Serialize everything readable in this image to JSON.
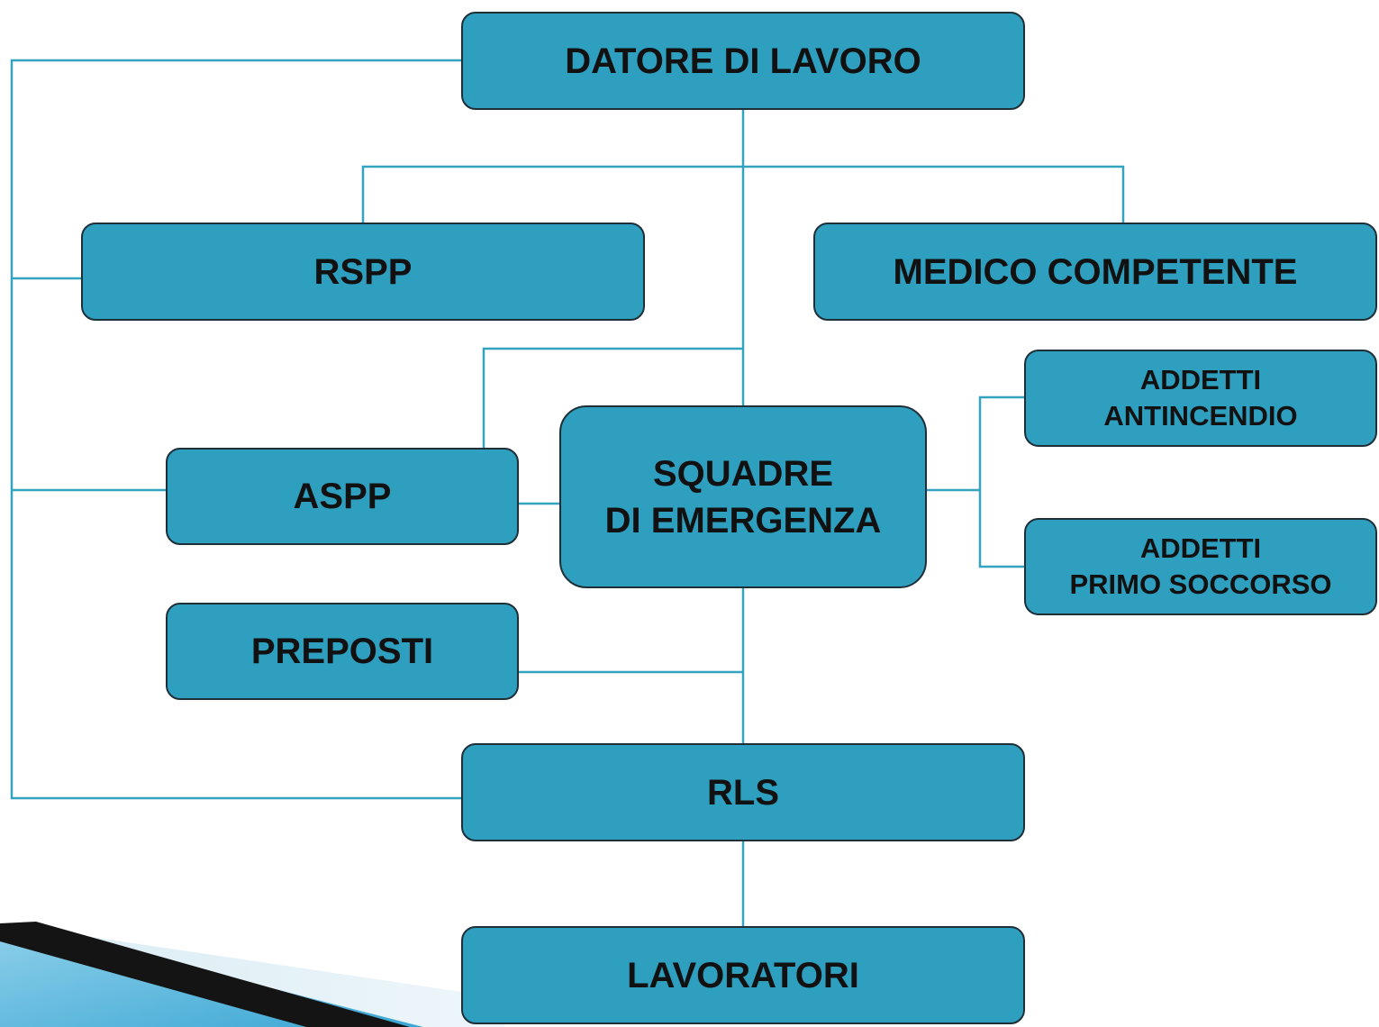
{
  "diagram": {
    "nodes": {
      "datore": "DATORE DI LAVORO",
      "rspp": "RSPP",
      "medico": "MEDICO COMPETENTE",
      "antincendio": "ADDETTI\nANTINCENDIO",
      "squadre": "SQUADRE\nDI EMERGENZA",
      "aspp": "ASPP",
      "primo_soccorso": "ADDETTI\nPRIMO SOCCORSO",
      "preposti": "PREPOSTI",
      "rls": "RLS",
      "lavoratori": "LAVORATORI"
    },
    "colors": {
      "box_fill": "#2e9fbf",
      "box_border": "#1e2f37",
      "connector": "#34a3bf",
      "text": "#111111"
    },
    "edges": [
      {
        "from": "datore",
        "to": "rspp"
      },
      {
        "from": "datore",
        "to": "medico"
      },
      {
        "from": "datore",
        "to": "squadre"
      },
      {
        "from": "datore",
        "to": "aspp"
      },
      {
        "from": "datore",
        "to": "rls"
      },
      {
        "from": "squadre",
        "to": "antincendio"
      },
      {
        "from": "squadre",
        "to": "primo_soccorso"
      },
      {
        "from": "squadre",
        "to": "aspp"
      },
      {
        "from": "squadre",
        "to": "rls"
      },
      {
        "from": "preposti",
        "to": "rls"
      },
      {
        "from": "rls",
        "to": "lavoratori"
      }
    ]
  }
}
